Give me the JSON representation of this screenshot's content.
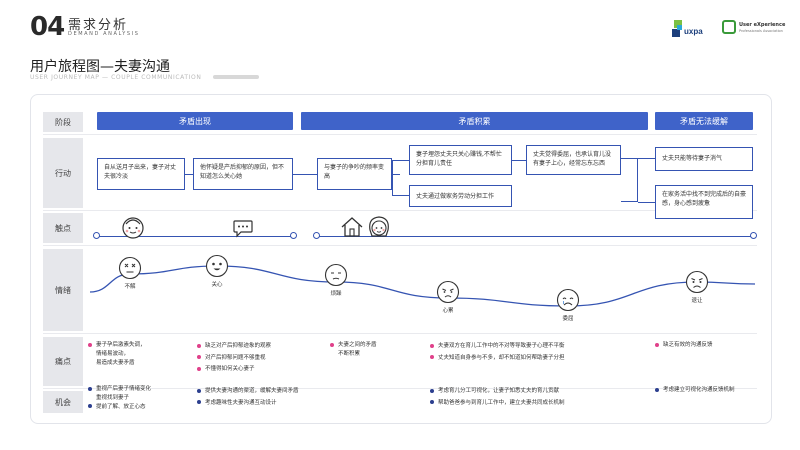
{
  "header": {
    "number": "04",
    "title": "需求分析",
    "subtitle": "DEMAND ANALYSIS"
  },
  "logos": {
    "left_text": "uxpa",
    "right_line1": "User eXperience",
    "right_line2": "Professionals Association"
  },
  "section": {
    "title": "用户旅程图—夫妻沟通",
    "subtitle": "USER JOURNEY MAP — COUPLE COMMUNICATION"
  },
  "rows": {
    "stage": "阶段",
    "action": "行动",
    "touch": "触点",
    "emotion": "情绪",
    "pain": "痛点",
    "opportunity": "机会"
  },
  "stages": [
    "矛盾出现",
    "矛盾积累",
    "矛盾无法缓解"
  ],
  "actions": [
    "自从送月子出来，妻子对丈夫很冷淡",
    "他怀疑是产后抑郁的原因，但不知道怎么关心她",
    "与妻子的争吵的频率变高",
    "妻子埋怨丈夫只关心赚钱,不帮忙分担育儿责任",
    "丈夫通过做家务劳动分担工作",
    "丈夫觉得委屈，也承认育儿没有妻子上心，经常忘东忘西",
    "丈夫只能等待妻子消气",
    "在家务活中找不到完成后的自豪感，身心感到疲惫"
  ],
  "emotions": [
    {
      "label": "不解",
      "value": 2
    },
    {
      "label": "关心",
      "value": 3
    },
    {
      "label": "烦躁",
      "value": 1
    },
    {
      "label": "心累",
      "value": -1
    },
    {
      "label": "委屈",
      "value": -2
    },
    {
      "label": "退让",
      "value": 1
    }
  ],
  "colors": {
    "accent": "#3f63c9",
    "pain_bullet": "#e0408a",
    "opp_bullet": "#2c3f8f"
  },
  "pains": [
    [
      "妻子孕后激素失调，",
      "情绪易波动，",
      "易造成夫妻矛盾"
    ],
    [
      "缺乏对产后抑郁迹象的观察",
      "对产后抑郁问题不够重视",
      "不懂得如何关心妻子"
    ],
    [
      "夫妻之间的矛盾",
      "不断积累"
    ],
    [
      "夫妻双方在育儿工作中的不对等导致妻子心理不平衡",
      "丈夫知道自身参与不多，却不知道如何帮助妻子分担"
    ],
    [
      "缺乏有效的沟通反馈"
    ]
  ],
  "opportunities": [
    [
      "重视产后妻子情绪变化",
      "重视找到妻子",
      "提前了解、放正心态"
    ],
    [
      "提供夫妻沟通的渠道，缓解夫妻间矛盾",
      "考虑趣味性夫妻沟通互动设计"
    ],
    [
      "考虑育儿分工可视化，让妻子知悉丈夫的育儿贡献",
      "帮助爸爸参与到育儿工作中，建立夫妻共同成长机制"
    ],
    [
      "考虑建立可视化沟通反馈机制"
    ]
  ]
}
